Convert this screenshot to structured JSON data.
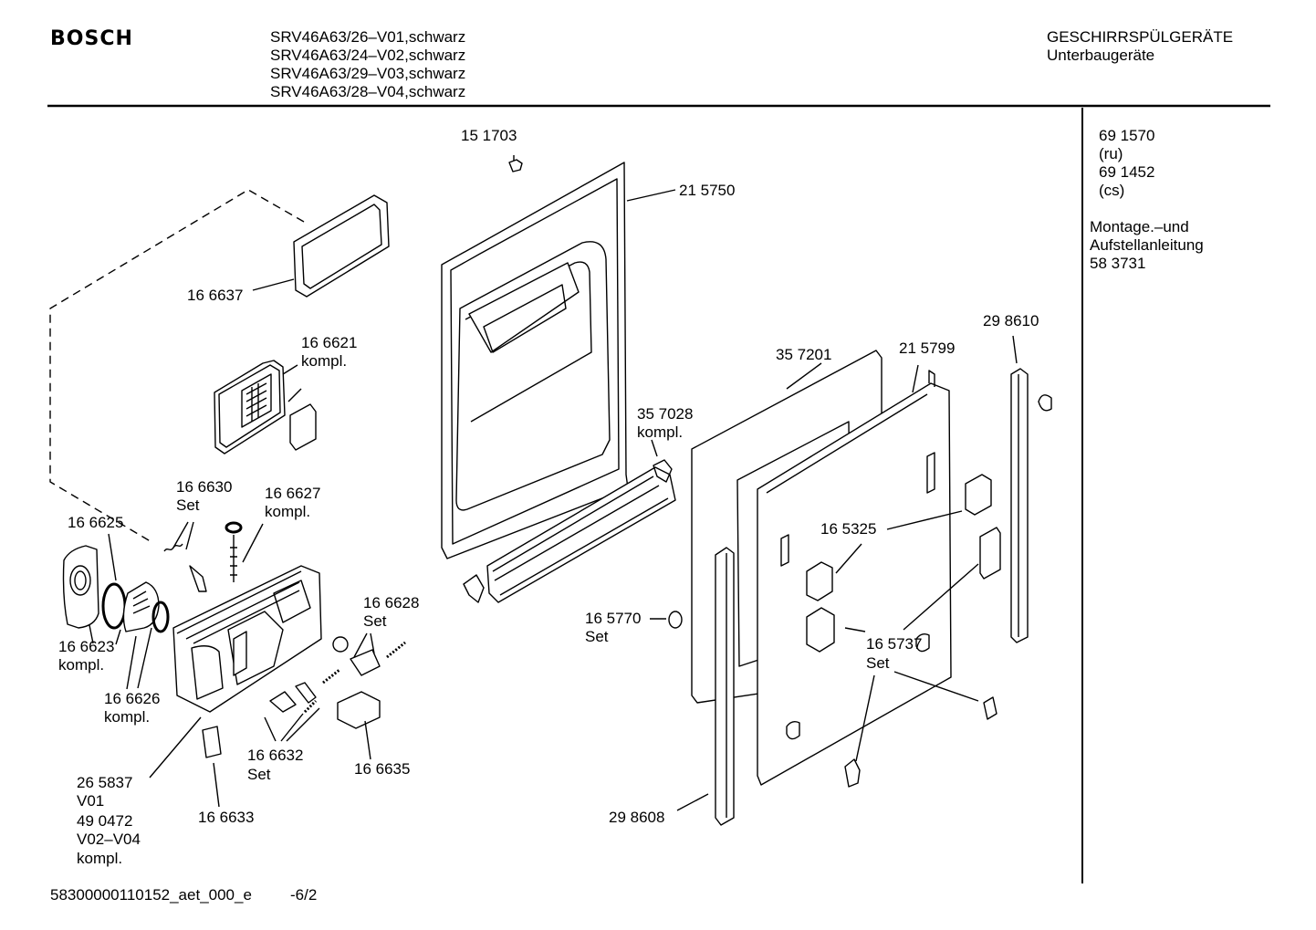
{
  "header": {
    "brand": "BOSCH",
    "models": [
      "SRV46A63/26–V01,schwarz",
      "SRV46A63/24–V02,schwarz",
      "SRV46A63/29–V03,schwarz",
      "SRV46A63/28–V04,schwarz"
    ],
    "category": "GESCHIRRSPÜLGERÄTE",
    "subcategory": "Unterbaugeräte"
  },
  "sidebar": {
    "doc1_number": "69 1570",
    "doc1_lang": "(ru)",
    "doc2_number": "69 1452",
    "doc2_lang": "(cs)",
    "manual_line1": "Montage.–und",
    "manual_line2": "Aufstellanleitung",
    "manual_number": "58 3731"
  },
  "labels": {
    "p151703": "15 1703",
    "p215750": "21 5750",
    "p166637": "16 6637",
    "p166621": "16 6621",
    "p166621_k": "kompl.",
    "p166630": "16 6630",
    "p166630_s": "Set",
    "p166627": "16 6627",
    "p166627_k": "kompl.",
    "p166625": "16 6625",
    "p166623": "16 6623",
    "p166623_k": "kompl.",
    "p166626": "16 6626",
    "p166626_k": "kompl.",
    "p265837": "26 5837",
    "p265837_v1": "V01",
    "p490472": "49 0472",
    "p490472_v": "V02–V04",
    "p490472_k": "kompl.",
    "p166633": "16 6633",
    "p166632": "16 6632",
    "p166632_s": "Set",
    "p166635": "16 6635",
    "p166628": "16 6628",
    "p166628_s": "Set",
    "p357028": "35 7028",
    "p357028_k": "kompl.",
    "p357201": "35 7201",
    "p215799": "21 5799",
    "p298610": "29 8610",
    "p165325": "16 5325",
    "p165770": "16 5770",
    "p165770_s": "Set",
    "p165737": "16 5737",
    "p165737_s": "Set",
    "p298608": "29 8608"
  },
  "footer": {
    "doc_id": "58300000110152_aet_000_e",
    "page": "-6/2"
  }
}
